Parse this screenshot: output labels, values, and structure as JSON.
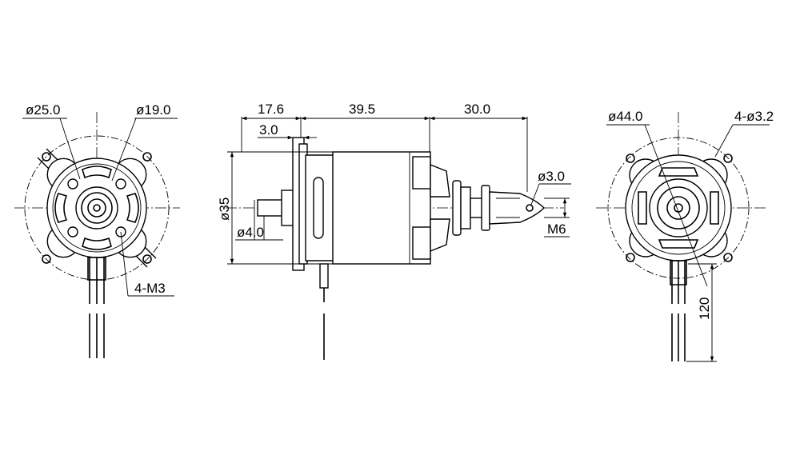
{
  "front_view": {
    "dia_outer": "ø25.0",
    "dia_inner": "ø19.0",
    "mount_holes": "4-M3"
  },
  "side_view": {
    "len_front": "17.6",
    "len_body": "39.5",
    "len_adapter": "30.0",
    "flange_thk": "3.0",
    "dia_body": "ø35",
    "dia_shaft": "ø4.0",
    "dia_hole": "ø3.0",
    "thread": "M6"
  },
  "rear_view": {
    "dia_mount": "ø44.0",
    "mount_holes": "4-ø3.2",
    "lead_len": "120"
  }
}
